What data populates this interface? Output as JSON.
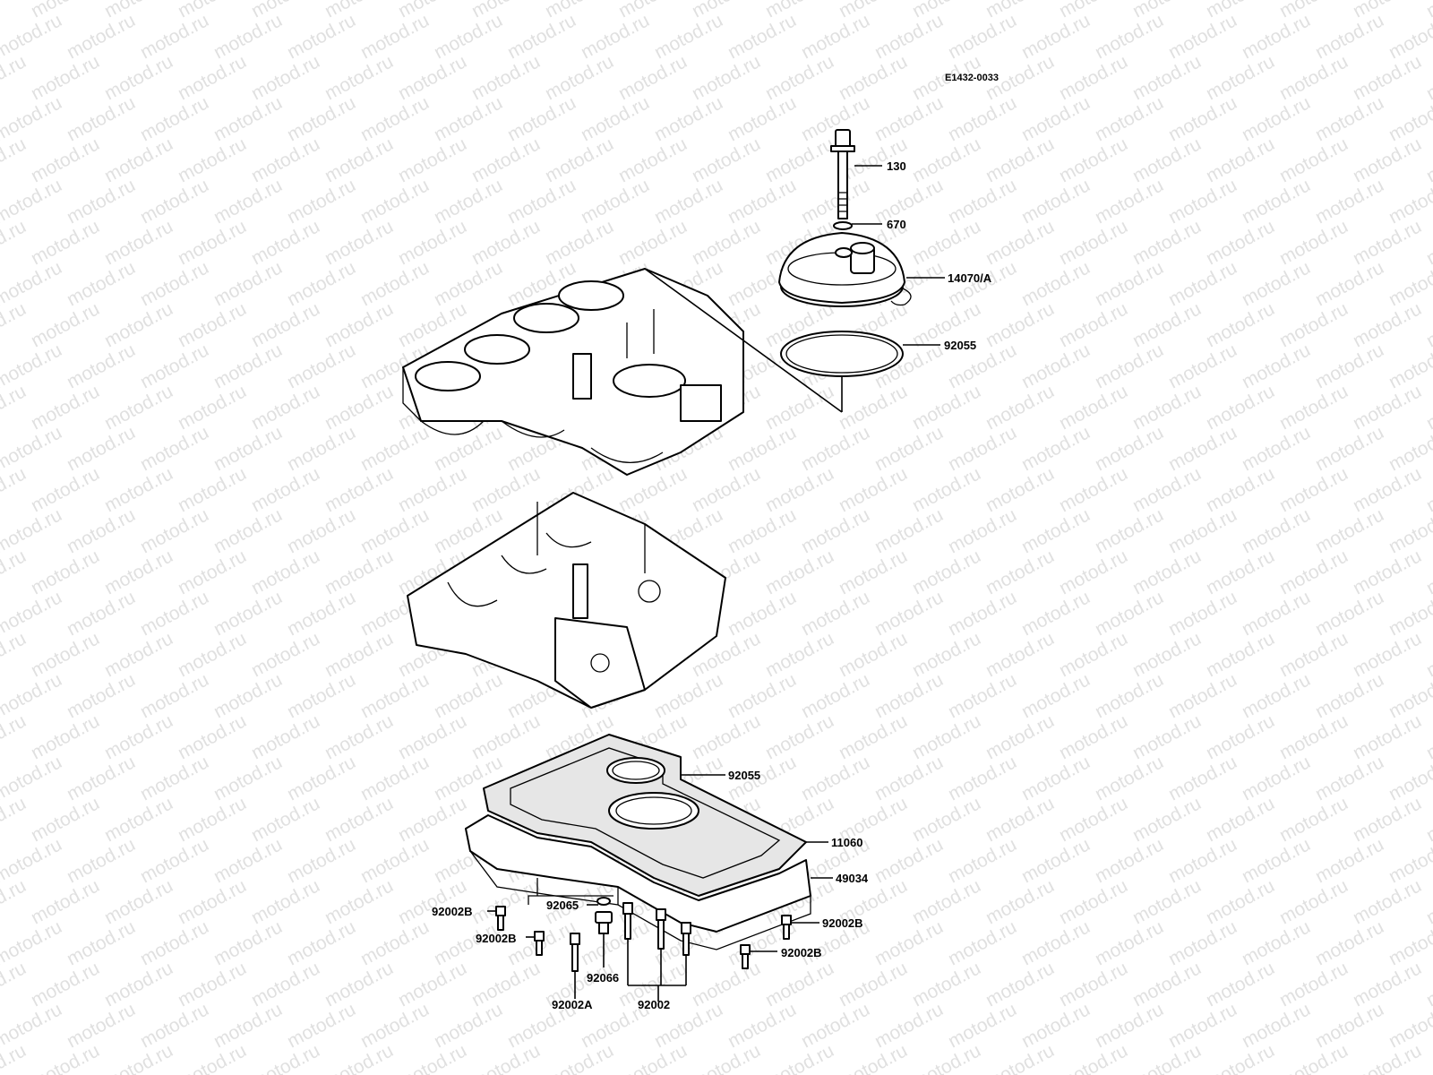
{
  "diagram": {
    "code": "E1432-0033",
    "watermark": "motod.ru",
    "callouts": {
      "bolt_130": "130",
      "washer_670": "670",
      "cover_14070a": "14070/A",
      "oring_92055_top": "92055",
      "oring_92055_pan": "92055",
      "gasket_11060": "11060",
      "pan_49034": "49034",
      "oring_92065": "92065",
      "plug_92066": "92066",
      "bolt_92002a": "92002A",
      "bolts_92002": "92002",
      "bolt_92002b_1": "92002B",
      "bolt_92002b_2": "92002B",
      "bolt_92002b_3": "92002B",
      "bolt_92002b_4": "92002B"
    }
  }
}
